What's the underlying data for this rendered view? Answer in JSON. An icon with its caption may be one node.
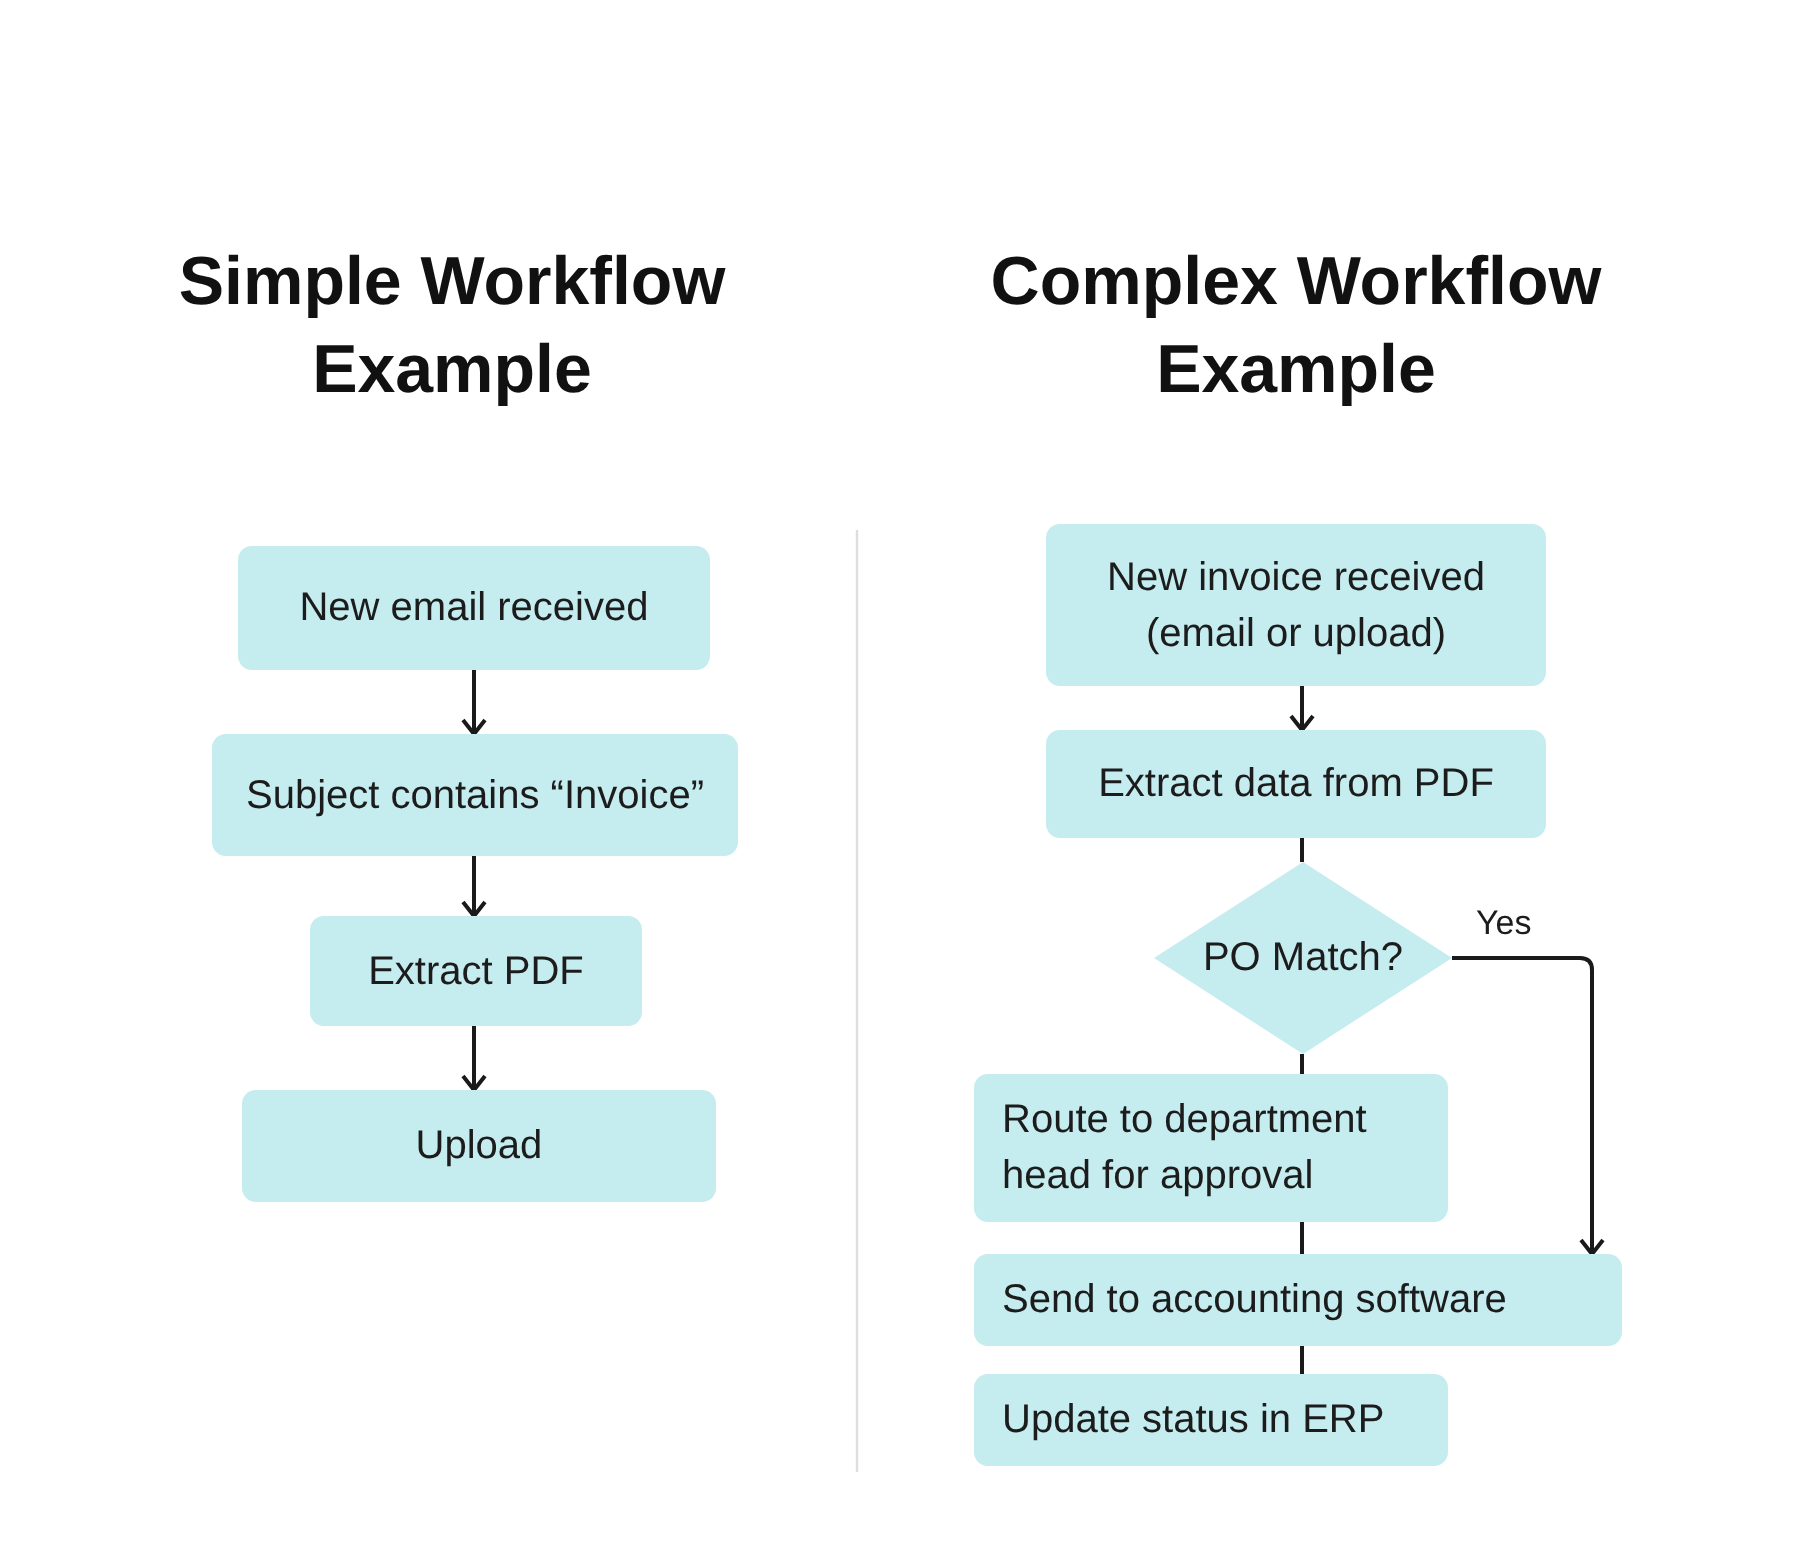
{
  "diagram": {
    "nodes": [
      {
        "text": [
          "New email received"
        ]
      },
      {
        "text": [
          "Subject contains “Invoice”"
        ]
      },
      {
        "text": [
          "Extract PDF"
        ]
      },
      {
        "text": [
          "Upload"
        ]
      },
      {
        "text": [
          "New invoice received (email or upload)"
        ]
      },
      {
        "text": [
          "Extract data from PDF"
        ]
      },
      {
        "text": [
          "PO Match?"
        ]
      },
      {
        "text": [
          "Route to department head for approval"
        ]
      },
      {
        "text": [
          "Send to accounting software"
        ]
      },
      {
        "text": [
          "Update status in ERP"
        ]
      }
    ],
    "edges": [
      {
        "from": 0,
        "to": 1,
        "arrow": "to"
      },
      {
        "from": 1,
        "to": 2,
        "arrow": "to"
      },
      {
        "from": 2,
        "to": 3,
        "arrow": "to"
      },
      {
        "from": 4,
        "to": 5,
        "arrow": "to"
      },
      {
        "from": 5,
        "to": 6,
        "arrow": "none"
      },
      {
        "from": 6,
        "to": 7,
        "arrow": "none"
      },
      {
        "from": 6,
        "to": 8,
        "arrow": "to",
        "label": "Yes"
      },
      {
        "from": 7,
        "to": 8,
        "arrow": "none"
      },
      {
        "from": 8,
        "to": 9,
        "arrow": "none"
      }
    ],
    "labels": [
      "Simple Workflow Example",
      "Complex Workflow Example"
    ]
  }
}
